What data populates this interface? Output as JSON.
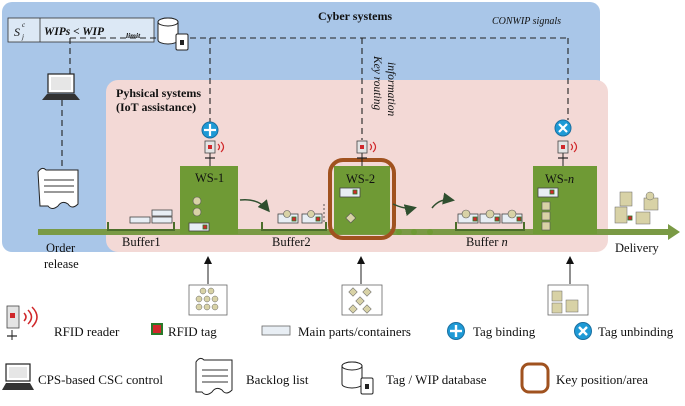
{
  "cyber": {
    "title": "Cyber systems",
    "signals": "CONWIP signals",
    "formula_s": "S",
    "formula_sub": "j",
    "formula_sup": "c",
    "formula_main": "WIPs < WIP",
    "formula_limit": "limit"
  },
  "physical": {
    "title_line1": "Pyhsical systems",
    "title_line2": "(IoT assistance)"
  },
  "key_routing": {
    "line1": "Key routing",
    "line2": "information"
  },
  "workstations": [
    {
      "label": "WS-1"
    },
    {
      "label": "WS-2"
    },
    {
      "label_prefix": "WS-",
      "label_italic": "n"
    }
  ],
  "buffers": [
    {
      "label": "Buffer1"
    },
    {
      "label": "Buffer2"
    },
    {
      "label_prefix": "Buffer ",
      "label_italic": "n"
    }
  ],
  "flow": {
    "order_line1": "Order",
    "order_line2": "release",
    "delivery": "Delivery"
  },
  "legend": {
    "rfid_reader": "RFID reader",
    "rfid_tag": "RFID tag",
    "main_parts": "Main parts/containers",
    "tag_binding": "Tag binding",
    "tag_unbinding": "Tag unbinding",
    "cps_control": "CPS-based CSC  control",
    "backlog": "Backlog list",
    "database": "Tag / WIP database",
    "key_position": "Key position/area"
  },
  "colors": {
    "cyber_bg": "#a9c6e8",
    "physical_bg": "#f3d9d6",
    "ws_green": "#6f9a35",
    "key_border": "#a0521f",
    "flow_arrow": "#7a9a45",
    "tag_red": "#d0282b",
    "binding_blue": "#1e9ad6"
  },
  "icons": [
    "rfid-reader-icon",
    "rfid-tag-icon",
    "tag-binding-icon",
    "tag-unbinding-icon",
    "computer-icon",
    "backlog-list-icon",
    "database-icon"
  ]
}
